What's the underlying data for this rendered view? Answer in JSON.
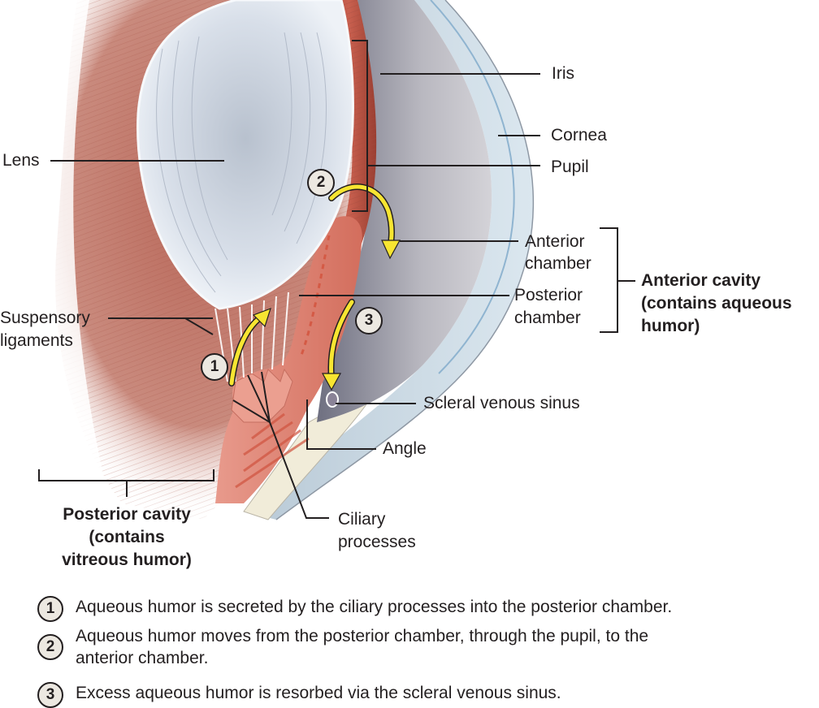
{
  "figure": {
    "labels": {
      "lens": "Lens",
      "suspensory_1": "Suspensory",
      "suspensory_2": "ligaments",
      "iris": "Iris",
      "cornea": "Cornea",
      "pupil": "Pupil",
      "anterior_chamber_1": "Anterior",
      "anterior_chamber_2": "chamber",
      "posterior_chamber_1": "Posterior",
      "posterior_chamber_2": "chamber",
      "anterior_cavity_1": "Anterior cavity",
      "anterior_cavity_2": "(contains aqueous",
      "anterior_cavity_3": "humor)",
      "scleral_venous_sinus": "Scleral venous sinus",
      "angle": "Angle",
      "ciliary_1": "Ciliary",
      "ciliary_2": "processes",
      "posterior_cavity_1": "Posterior cavity",
      "posterior_cavity_2": "(contains",
      "posterior_cavity_3": "vitreous humor)"
    },
    "badges": [
      "1",
      "2",
      "3"
    ],
    "colors": {
      "arrow": "#f7e531",
      "tissue": "#c9604f",
      "lens": "#d5dde8",
      "cornea": "#c9dbe6",
      "badge_fill": "#ece8e1"
    }
  },
  "steps": [
    {
      "num": "1",
      "text": "Aqueous humor is secreted by the ciliary processes into the posterior chamber."
    },
    {
      "num": "2",
      "text_1": "Aqueous humor moves from the posterior chamber, through the pupil, to the",
      "text_2": "anterior chamber."
    },
    {
      "num": "3",
      "text": "Excess aqueous humor is resorbed via the scleral venous sinus."
    }
  ]
}
